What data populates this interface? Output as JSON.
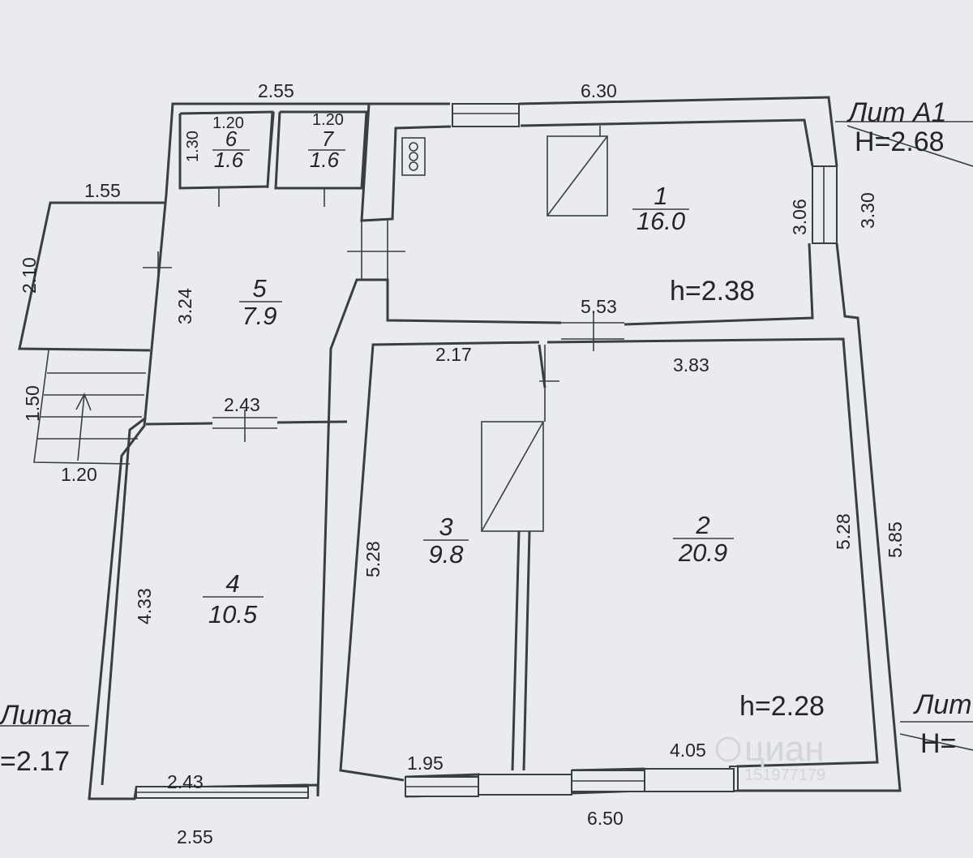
{
  "lit_labels": {
    "a1_name": "Лит А1",
    "a1_height": "H=2.68",
    "a_left_name": "Лита",
    "a_left_height": "=2.17",
    "a_right_name": "Лит",
    "a_right_height": "H="
  },
  "rooms": [
    {
      "number": "1",
      "area": "16.0"
    },
    {
      "number": "2",
      "area": "20.9"
    },
    {
      "number": "3",
      "area": "9.8"
    },
    {
      "number": "4",
      "area": "10.5"
    },
    {
      "number": "5",
      "area": "7.9"
    },
    {
      "number": "6",
      "area": "1.6"
    },
    {
      "number": "7",
      "area": "1.6"
    }
  ],
  "ceiling_heights": [
    "h=2.38",
    "h=2.28"
  ],
  "dimensions": {
    "top_left_width": "2.55",
    "top_right_width": "6.30",
    "room6_width": "1.20",
    "room6_depth": "1.30",
    "room7_width": "1.20",
    "porch_width": "1.55",
    "porch_depth": "2.10",
    "stairs_depth": "1.50",
    "stairs_width": "1.20",
    "room5_depth": "3.24",
    "room5_width": "2.43",
    "room4_depth": "4.33",
    "room4_width": "2.43",
    "bottom_left_width": "2.55",
    "room1_depth_inner": "3.06",
    "room1_depth_outer": "3.30",
    "rooms_2_3_width": "5.53",
    "room3_width": "2.17",
    "room2_width": "3.83",
    "room3_depth": "5.28",
    "room2_depth": "5.28",
    "right_outer_depth": "5.85",
    "room3_bottom_width": "1.95",
    "room2_bottom_width": "4.05",
    "bottom_total_width": "6.50"
  },
  "watermark": {
    "logo_text": "циан",
    "id_text": "151977179"
  },
  "colors": {
    "paper": "#e9ebee",
    "ink": "#3a3d44"
  }
}
